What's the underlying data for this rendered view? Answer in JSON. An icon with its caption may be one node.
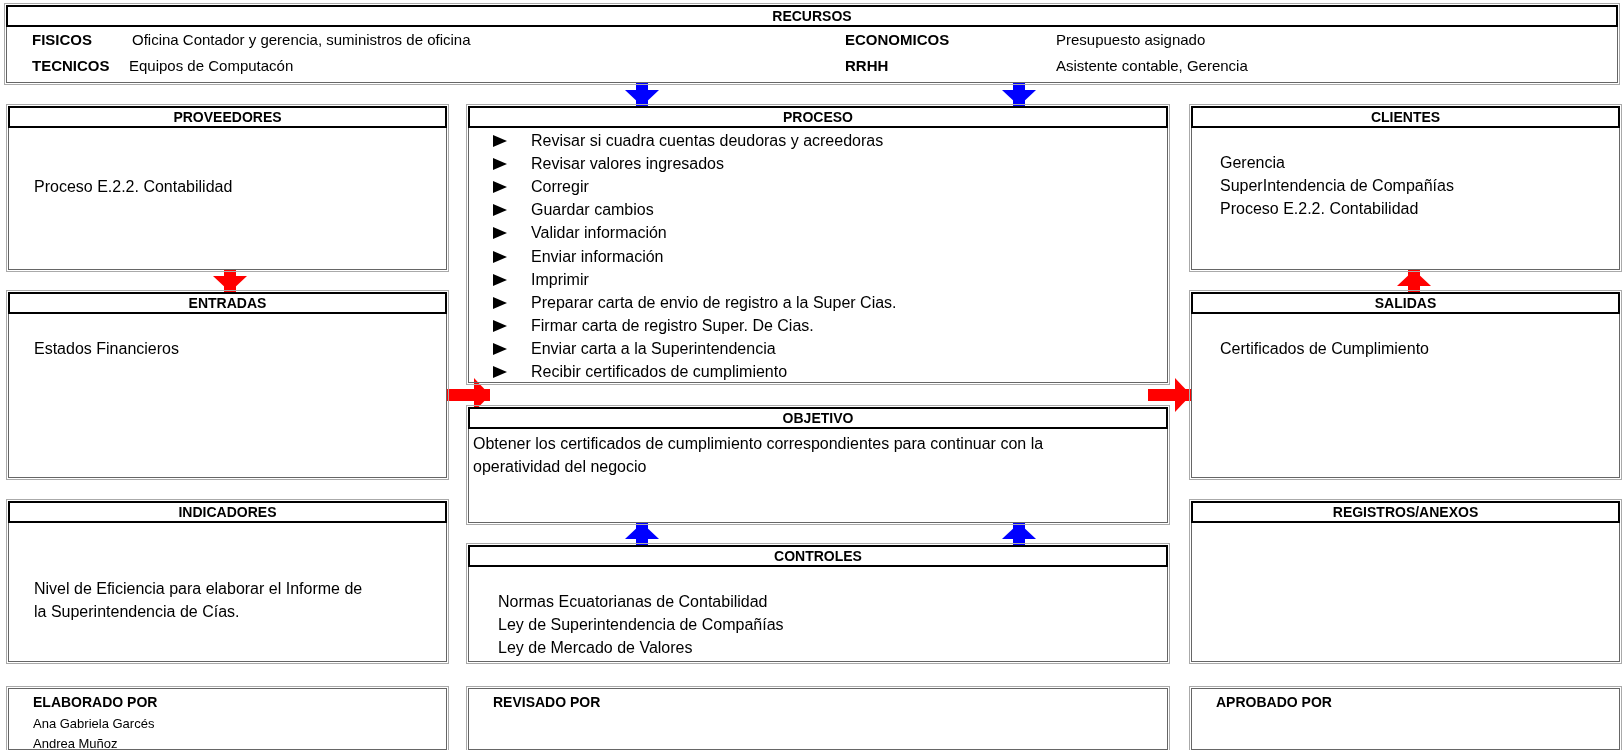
{
  "diagram": {
    "nodes": [
      {
        "text": [
          "RECURSOS",
          "FISICOS",
          "Oficina Contador y gerencia, suministros de oficina",
          "ECONOMICOS",
          "Presupuesto asignado",
          "TECNICOS",
          "Equipos de Computacón",
          "RRHH",
          "Asistente contable, Gerencia"
        ]
      },
      {
        "text": [
          "PROVEEDORES",
          "Proceso E.2.2. Contabilidad"
        ]
      },
      {
        "text": [
          "PROCESO",
          "Revisar si cuadra cuentas deudoras y acreedoras",
          "Revisar valores ingresados",
          "Corregir",
          "Guardar cambios",
          "Validar información",
          "Enviar información",
          "Imprimir",
          "Preparar carta de envio de registro a la Super Cias.",
          "Firmar carta de registro Super. De Cias.",
          "Enviar carta a la Superintendencia",
          "Recibir certificados de cumplimiento"
        ]
      },
      {
        "text": [
          "CLIENTES",
          "Gerencia",
          "SuperIntendencia de Compañías",
          "Proceso E.2.2. Contabilidad"
        ]
      },
      {
        "text": [
          "ENTRADAS",
          "Estados Financieros"
        ]
      },
      {
        "text": [
          "SALIDAS",
          "Certificados de Cumplimiento"
        ]
      },
      {
        "text": [
          "OBJETIVO",
          "Obtener los certificados de cumplimiento correspondientes para continuar con la operatividad del negocio"
        ]
      },
      {
        "text": [
          "INDICADORES",
          "Nivel de Eficiencia para elaborar el Informe de la Superintendencia de Cías."
        ]
      },
      {
        "text": [
          "REGISTROS/ANEXOS"
        ]
      },
      {
        "text": [
          "CONTROLES",
          "Normas Ecuatorianas de Contabilidad",
          "Ley de Superintendencia de Compañías",
          "Ley de Mercado de Valores"
        ]
      },
      {
        "text": [
          "ELABORADO POR",
          "Ana Gabriela Garcés",
          "Andrea Muñoz"
        ]
      },
      {
        "text": [
          "REVISADO POR"
        ]
      },
      {
        "text": [
          "APROBADO POR"
        ]
      }
    ],
    "edges": [
      {
        "from": 0,
        "to": 2,
        "arrow": "to",
        "color": "#0000ff"
      },
      {
        "from": 0,
        "to": 2,
        "arrow": "to",
        "color": "#0000ff"
      },
      {
        "from": 1,
        "to": 4,
        "arrow": "to",
        "color": "#ff0000"
      },
      {
        "from": 5,
        "to": 3,
        "arrow": "to",
        "color": "#ff0000"
      },
      {
        "from": 4,
        "to": 2,
        "arrow": "to",
        "color": "#ff0000"
      },
      {
        "from": 2,
        "to": 5,
        "arrow": "to",
        "color": "#ff0000"
      },
      {
        "from": 9,
        "to": 6,
        "arrow": "to",
        "color": "#0000ff"
      },
      {
        "from": 9,
        "to": 6,
        "arrow": "to",
        "color": "#0000ff"
      }
    ]
  }
}
